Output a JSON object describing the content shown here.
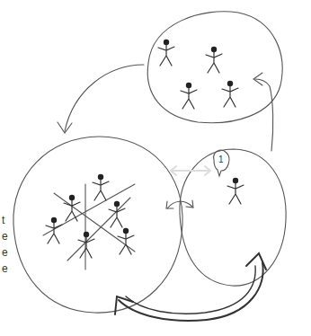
{
  "diagram": {
    "labels": [
      "1",
      "t",
      "e",
      "e",
      "e"
    ]
  }
}
